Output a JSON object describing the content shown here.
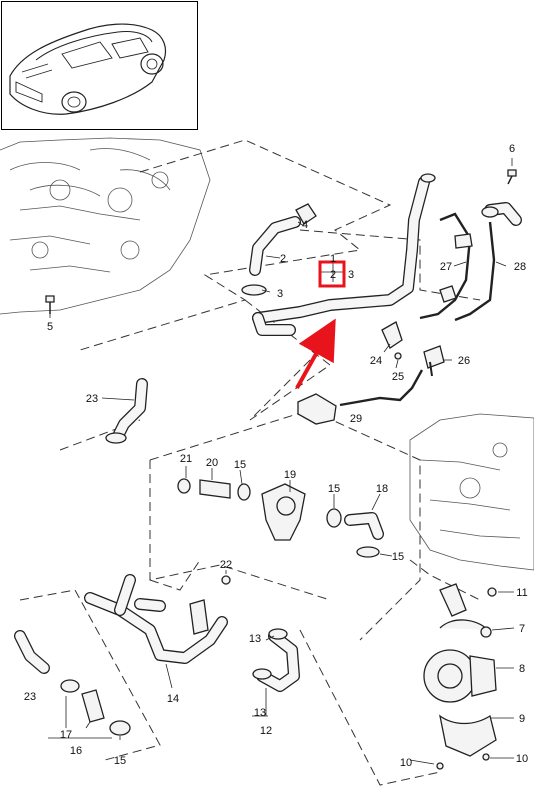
{
  "diagram": {
    "labels": [
      {
        "key": "n1",
        "text": "1"
      },
      {
        "key": "n2",
        "text": "2"
      },
      {
        "key": "n3",
        "text": "3"
      },
      {
        "key": "p2",
        "text": "2"
      },
      {
        "key": "p3",
        "text": "3"
      },
      {
        "key": "p4",
        "text": "4"
      },
      {
        "key": "p5",
        "text": "5"
      },
      {
        "key": "p6",
        "text": "6"
      },
      {
        "key": "p7",
        "text": "7"
      },
      {
        "key": "p8",
        "text": "8"
      },
      {
        "key": "p9",
        "text": "9"
      },
      {
        "key": "p10a",
        "text": "10"
      },
      {
        "key": "p10b",
        "text": "10"
      },
      {
        "key": "p11",
        "text": "11"
      },
      {
        "key": "p12",
        "text": "12"
      },
      {
        "key": "p13a",
        "text": "13"
      },
      {
        "key": "p13b",
        "text": "13"
      },
      {
        "key": "p14",
        "text": "14"
      },
      {
        "key": "p15a",
        "text": "15"
      },
      {
        "key": "p15b",
        "text": "15"
      },
      {
        "key": "p15c",
        "text": "15"
      },
      {
        "key": "p15d",
        "text": "15"
      },
      {
        "key": "p16",
        "text": "16"
      },
      {
        "key": "p17",
        "text": "17"
      },
      {
        "key": "p18",
        "text": "18"
      },
      {
        "key": "p19",
        "text": "19"
      },
      {
        "key": "p20",
        "text": "20"
      },
      {
        "key": "p21",
        "text": "21"
      },
      {
        "key": "p22",
        "text": "22"
      },
      {
        "key": "p23a",
        "text": "23"
      },
      {
        "key": "p23b",
        "text": "23"
      },
      {
        "key": "p24",
        "text": "24"
      },
      {
        "key": "p25",
        "text": "25"
      },
      {
        "key": "p26",
        "text": "26"
      },
      {
        "key": "p27",
        "text": "27"
      },
      {
        "key": "p28",
        "text": "28"
      },
      {
        "key": "p29",
        "text": "29"
      }
    ],
    "highlight": {
      "color": "#e8141b",
      "target": "2"
    },
    "arrow_color": "#e8141b"
  }
}
